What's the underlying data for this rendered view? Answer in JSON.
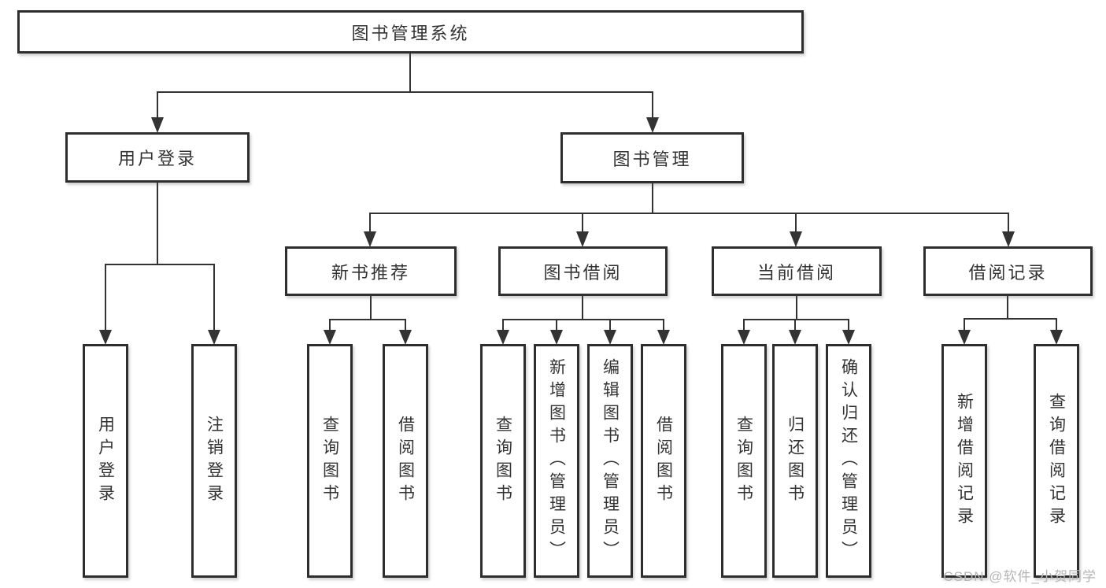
{
  "root": {
    "label": "图书管理系统"
  },
  "level2": [
    {
      "label": "用户登录",
      "parent": "图书管理系统"
    },
    {
      "label": "图书管理",
      "parent": "图书管理系统"
    }
  ],
  "level3": [
    {
      "label": "新书推荐",
      "parent": "图书管理"
    },
    {
      "label": "图书借阅",
      "parent": "图书管理"
    },
    {
      "label": "当前借阅",
      "parent": "图书管理"
    },
    {
      "label": "借阅记录",
      "parent": "图书管理"
    }
  ],
  "leaves": [
    {
      "label": "用户登录",
      "parent": "用户登录"
    },
    {
      "label": "注销登录",
      "parent": "用户登录"
    },
    {
      "label": "查询图书",
      "parent": "新书推荐"
    },
    {
      "label": "借阅图书",
      "parent": "新书推荐"
    },
    {
      "label": "查询图书",
      "parent": "图书借阅"
    },
    {
      "label": "新增图书（管理员）",
      "parent": "图书借阅"
    },
    {
      "label": "编辑图书（管理员）",
      "parent": "图书借阅"
    },
    {
      "label": "借阅图书",
      "parent": "图书借阅"
    },
    {
      "label": "查询图书",
      "parent": "当前借阅"
    },
    {
      "label": "归还图书",
      "parent": "当前借阅"
    },
    {
      "label": "确认归还（管理员）",
      "parent": "当前借阅"
    },
    {
      "label": "新增借阅记录",
      "parent": "借阅记录"
    },
    {
      "label": "查询借阅记录",
      "parent": "借阅记录"
    }
  ],
  "watermark": "CSDN @软件_小贺同学",
  "colors": {
    "line": "#333333",
    "box_border": "#2e2e2e",
    "text": "#333333",
    "watermark": "#b5b5b5",
    "background": "#ffffff"
  }
}
